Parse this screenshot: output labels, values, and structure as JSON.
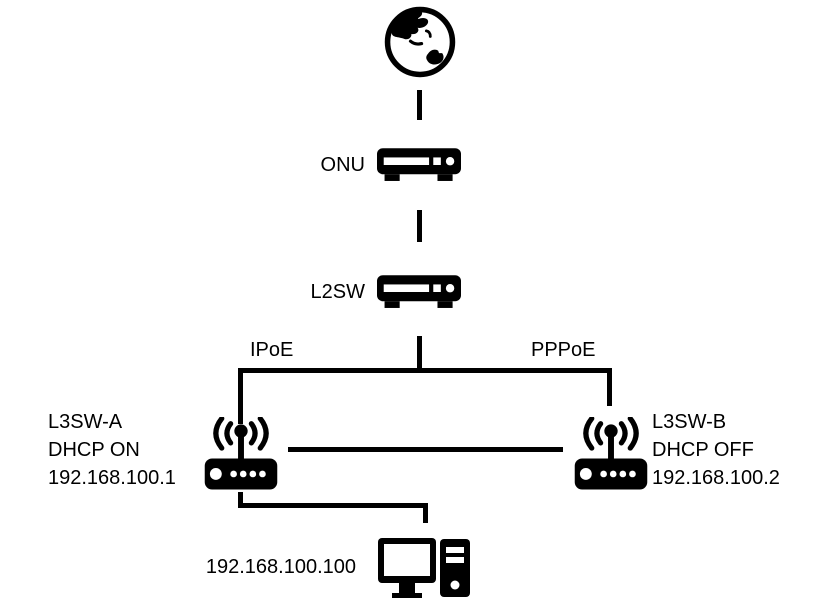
{
  "diagram": {
    "type": "network-topology",
    "nodes": {
      "internet": {
        "icon": "globe-icon"
      },
      "onu": {
        "label": "ONU",
        "icon": "modem-icon"
      },
      "l2sw": {
        "label": "L2SW",
        "icon": "switch-icon"
      },
      "l3sw_a": {
        "name": "L3SW-A",
        "dhcp": "DHCP ON",
        "ip": "192.168.100.1",
        "icon": "wireless-router-icon"
      },
      "l3sw_b": {
        "name": "L3SW-B",
        "dhcp": "DHCP OFF",
        "ip": "192.168.100.2",
        "icon": "wireless-router-icon"
      },
      "pc": {
        "ip": "192.168.100.100",
        "icon": "desktop-computer-icon"
      }
    },
    "links": {
      "left_branch_label": "IPoE",
      "right_branch_label": "PPPoE"
    },
    "colors": {
      "line": "#000000",
      "text": "#000000",
      "background": "#ffffff"
    }
  }
}
